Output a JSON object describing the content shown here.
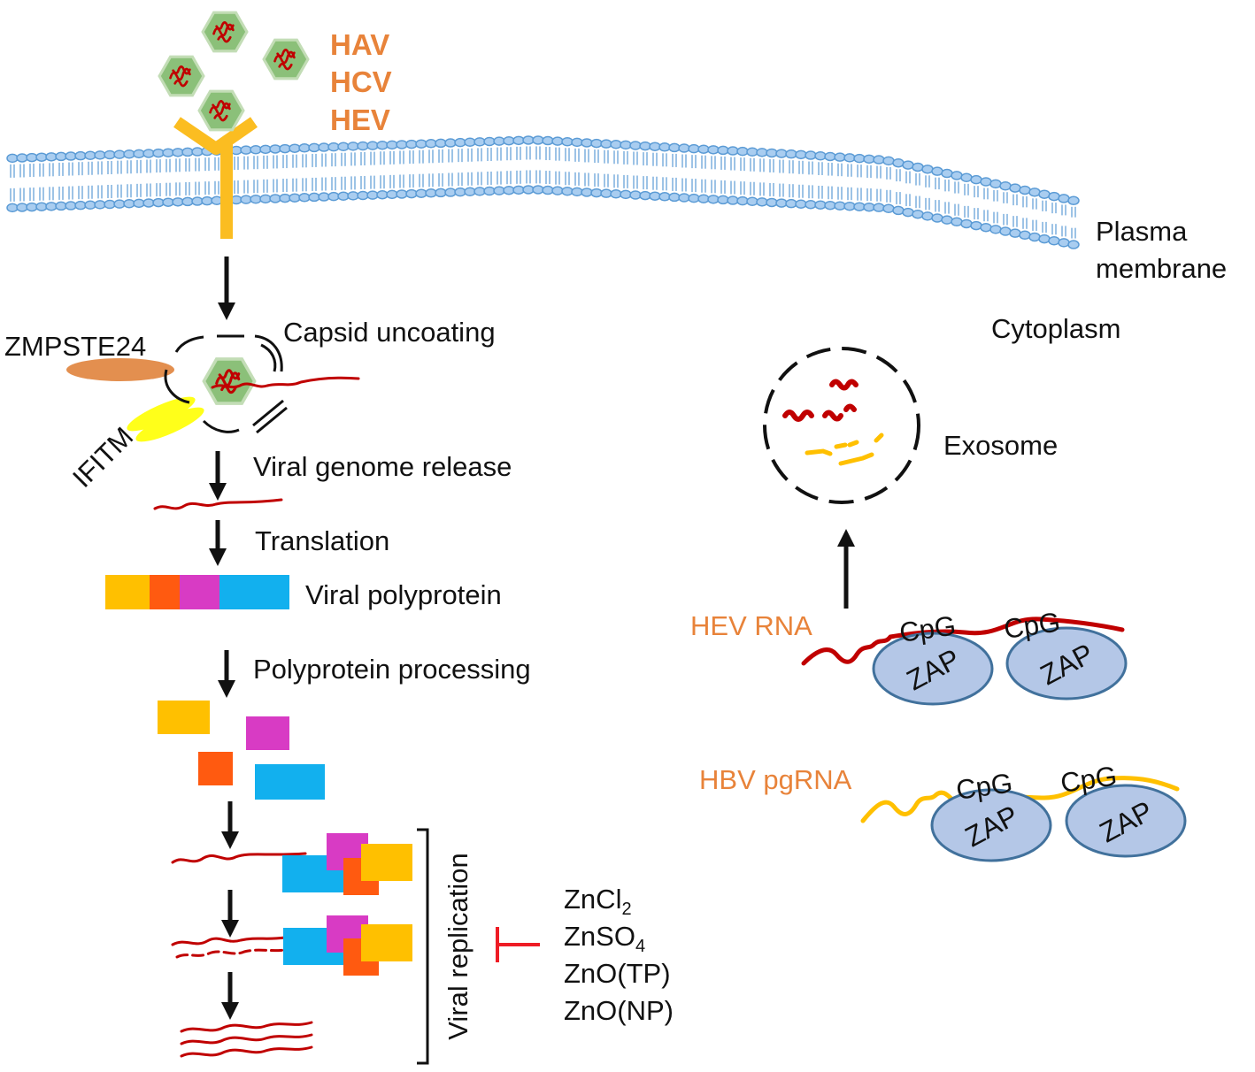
{
  "colors": {
    "membrane": "#5b9bd5",
    "membrane_fill": "#a9cdf0",
    "virus_green": "#8bc079",
    "rna_red": "#c00000",
    "receptor_yellow": "#fbbd21",
    "orange_text": "#e8833a",
    "zmpste24": "#e38f4f",
    "ifitm": "#ffff1a",
    "poly_yellow": "#ffc000",
    "poly_orange": "#ff5a10",
    "poly_magenta": "#d83bc4",
    "poly_blue": "#12b0ee",
    "zap_fill": "#b4c7e7",
    "zap_stroke": "#41719c",
    "inhibit_red": "#ee1c25"
  },
  "viruses": [
    "HAV",
    "HCV",
    "HEV"
  ],
  "labels": {
    "plasma_membrane_1": "Plasma",
    "plasma_membrane_2": "membrane",
    "cytoplasm": "Cytoplasm",
    "zmpste24": "ZMPSTE24",
    "ifitm": "IFITM",
    "capsid_uncoating": "Capsid uncoating",
    "genome_release": "Viral genome release",
    "translation": "Translation",
    "polyprotein": "Viral polyprotein",
    "processing": "Polyprotein processing",
    "viral_replication": "Viral replication",
    "exosome": "Exosome",
    "hev_rna": "HEV RNA",
    "hbv_pgrna": "HBV pgRNA",
    "cpg": "CpG",
    "zap": "ZAP"
  },
  "zinc_compounds": [
    {
      "base": "ZnCl",
      "sub": "2",
      "tail": ""
    },
    {
      "base": "ZnSO",
      "sub": "4",
      "tail": ""
    },
    {
      "base": "ZnO(TP)",
      "sub": "",
      "tail": ""
    },
    {
      "base": "ZnO(NP)",
      "sub": "",
      "tail": ""
    }
  ]
}
